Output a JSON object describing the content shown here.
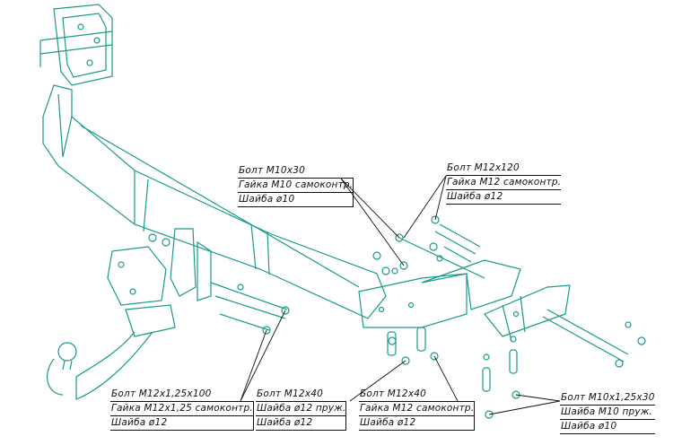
{
  "callouts": [
    {
      "lines": [
        "Болт М10х30",
        "Гайка М10 самоконтр.",
        "Шайба ø10"
      ]
    },
    {
      "lines": [
        "Болт М12х120",
        "Гайка М12 самоконтр.",
        "Шайба ø12"
      ]
    },
    {
      "lines": [
        "Болт М12х1,25х100",
        "Гайка М12х1,25 самоконтр.",
        "Шайба ø12"
      ]
    },
    {
      "lines": [
        "Болт М12х40",
        "Шайба ø12 пруж.",
        "Шайба ø12"
      ]
    },
    {
      "lines": [
        "Болт М12х40",
        "Гайка М12 самоконтр.",
        "Шайба ø12"
      ]
    },
    {
      "lines": [
        "Болт М10х1,25х30",
        "Шайба М10 пруж.",
        "Шайба ø10"
      ]
    }
  ],
  "colors": {
    "drawing": "#1a9a8c",
    "text": "#111111"
  }
}
